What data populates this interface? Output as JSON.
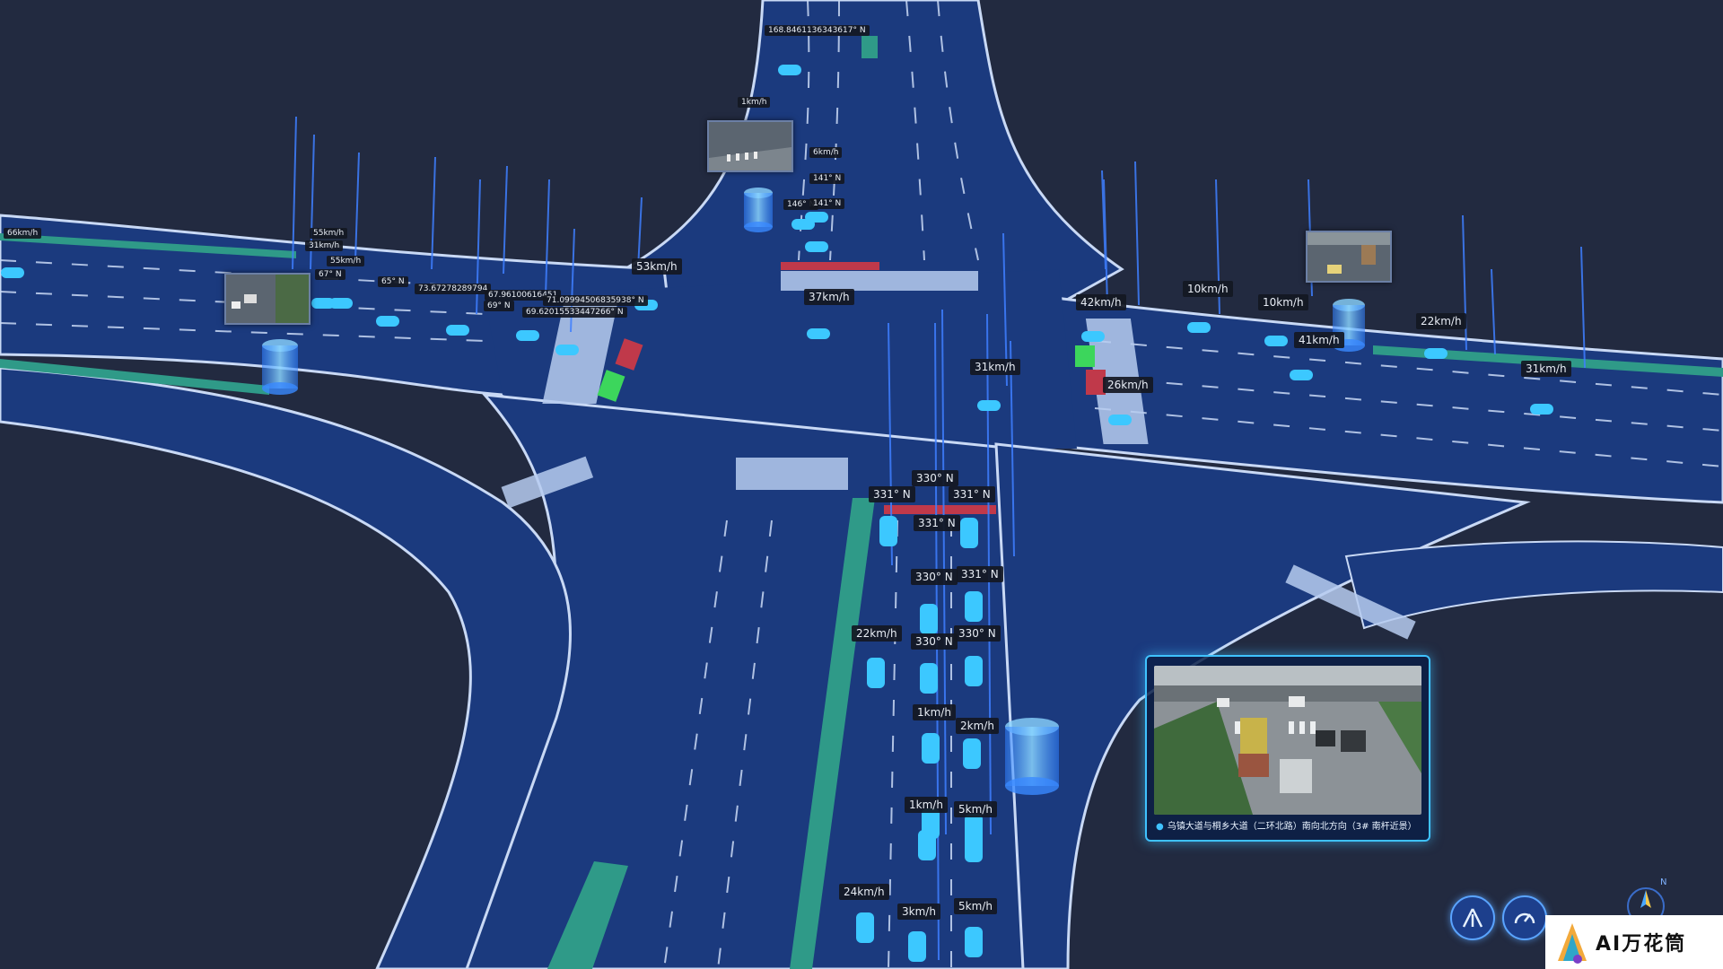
{
  "speed_tags": [
    {
      "t": "66km/h"
    },
    {
      "t": "55km/h"
    },
    {
      "t": "31km/h"
    },
    {
      "t": "55km/h"
    },
    {
      "t": "53km/h"
    },
    {
      "t": "37km/h"
    },
    {
      "t": "42km/h"
    },
    {
      "t": "10km/h"
    },
    {
      "t": "10km/h"
    },
    {
      "t": "22km/h"
    },
    {
      "t": "41km/h"
    },
    {
      "t": "31km/h"
    },
    {
      "t": "26km/h"
    },
    {
      "t": "31km/h"
    },
    {
      "t": "22km/h"
    },
    {
      "t": "1km/h"
    },
    {
      "t": "2km/h"
    },
    {
      "t": "1km/h"
    },
    {
      "t": "5km/h"
    },
    {
      "t": "24km/h"
    },
    {
      "t": "3km/h"
    },
    {
      "t": "5km/h"
    },
    {
      "t": "1km/h"
    },
    {
      "t": "6km/h"
    }
  ],
  "heading_tags": [
    {
      "t": "67° N"
    },
    {
      "t": "65° N"
    },
    {
      "t": "69° N"
    },
    {
      "t": "146° N"
    },
    {
      "t": "141° N"
    },
    {
      "t": "141° N"
    },
    {
      "t": "330° N"
    },
    {
      "t": "331° N"
    },
    {
      "t": "331° N"
    },
    {
      "t": "331° N"
    },
    {
      "t": "330° N"
    },
    {
      "t": "331° N"
    },
    {
      "t": "330° N"
    },
    {
      "t": "330° N"
    }
  ],
  "coord_tags": [
    {
      "t": "73.67278289794"
    },
    {
      "t": "67.96100616451"
    },
    {
      "t": "71.09994506835938° N"
    },
    {
      "t": "69.62015533447266° N"
    },
    {
      "t": "168.8461136343617° N"
    }
  ],
  "video_panel": {
    "caption": "乌镇大道与桐乡大道（二环北路）南向北方向（3# 南杆近景）"
  },
  "controls": {
    "lane_icon": "road-lanes-icon",
    "speed_icon": "speedometer-icon",
    "compass_icon": "compass-icon",
    "compass_label": "N"
  },
  "watermark": {
    "text": "AI万花筒"
  },
  "colors": {
    "background": "#222a40",
    "road": "#1b3a7e",
    "road_line": "#c9d9f5",
    "median": "#2f9a88",
    "vehicle": "#3cc8ff",
    "signal_red": "#c0394a",
    "signal_green": "#3cd65c",
    "panel_border": "#3fc2ff"
  }
}
